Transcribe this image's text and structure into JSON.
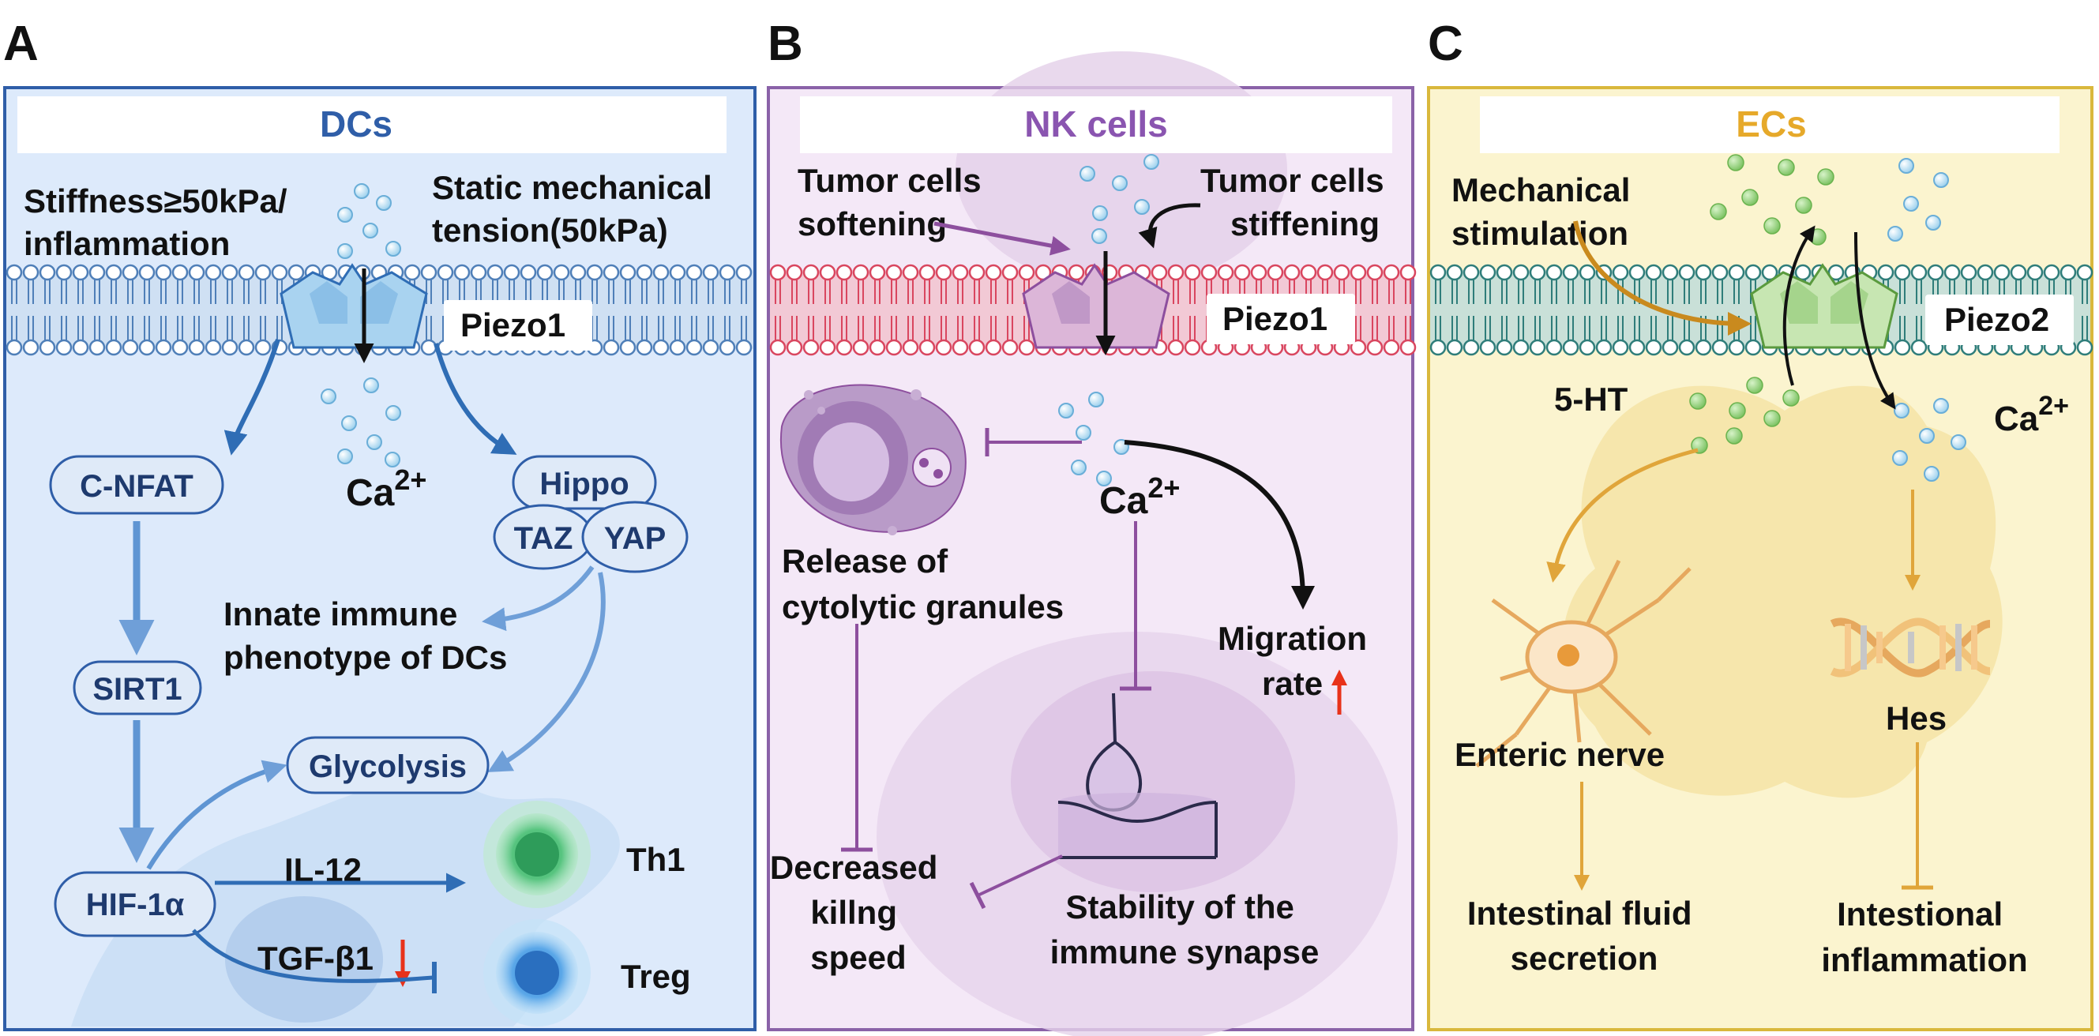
{
  "colors": {
    "panel_a_bg": "#ddeafb",
    "panel_a_border": "#2f5ea8",
    "panel_a_title": "#2f5ea8",
    "panel_b_bg": "#f4e8f7",
    "panel_b_border": "#8a62a8",
    "panel_b_title": "#8a55b0",
    "panel_c_bg": "#fbf4cf",
    "panel_c_border": "#d9b83c",
    "panel_c_title": "#e6a92a",
    "arrow_blue": "#2f6db5",
    "inhibit_purple": "#8d4f9e",
    "arrow_gold": "#e0a53a",
    "red_arrow": "#e8321a"
  },
  "panel_a": {
    "letter": "A",
    "title": "DCs",
    "stimulus_left": [
      "Stiffness≥50kPa/",
      "inflammation"
    ],
    "stimulus_right": [
      "Static mechanical",
      "tension(50kPa)"
    ],
    "channel": "Piezo1",
    "ion": "Ca",
    "ion_charge": "2+",
    "nodes": {
      "cnfat": "C-NFAT",
      "sirt1": "SIRT1",
      "hif": "HIF-1α",
      "hippo": "Hippo",
      "taz": "TAZ",
      "yap": "YAP",
      "glycolysis": "Glycolysis"
    },
    "innate": [
      "Innate immune",
      "phenotype of DCs"
    ],
    "il12": "IL-12",
    "tgf": "TGF-β1",
    "th1": "Th1",
    "treg": "Treg"
  },
  "panel_b": {
    "letter": "B",
    "title": "NK cells",
    "softening": [
      "Tumor cells",
      "softening"
    ],
    "stiffening": [
      "Tumor cells",
      "stiffening"
    ],
    "channel": "Piezo1",
    "ion": "Ca",
    "ion_charge": "2+",
    "release": [
      "Release of",
      "cytolytic granules"
    ],
    "migration": [
      "Migration",
      "rate"
    ],
    "decreased": [
      "Decreased",
      "killng",
      "speed"
    ],
    "stability": [
      "Stability of the",
      "immune synapse"
    ]
  },
  "panel_c": {
    "letter": "C",
    "title": "ECs",
    "mech": [
      "Mechanical",
      "stimulation"
    ],
    "channel": "Piezo2",
    "serotonin": "5-HT",
    "ion": "Ca",
    "ion_charge": "2+",
    "enteric": "Enteric nerve",
    "hes": "Hes",
    "fluid": [
      "Intestinal fluid",
      "secretion"
    ],
    "inflam": [
      "Intestional",
      "inflammation"
    ]
  }
}
